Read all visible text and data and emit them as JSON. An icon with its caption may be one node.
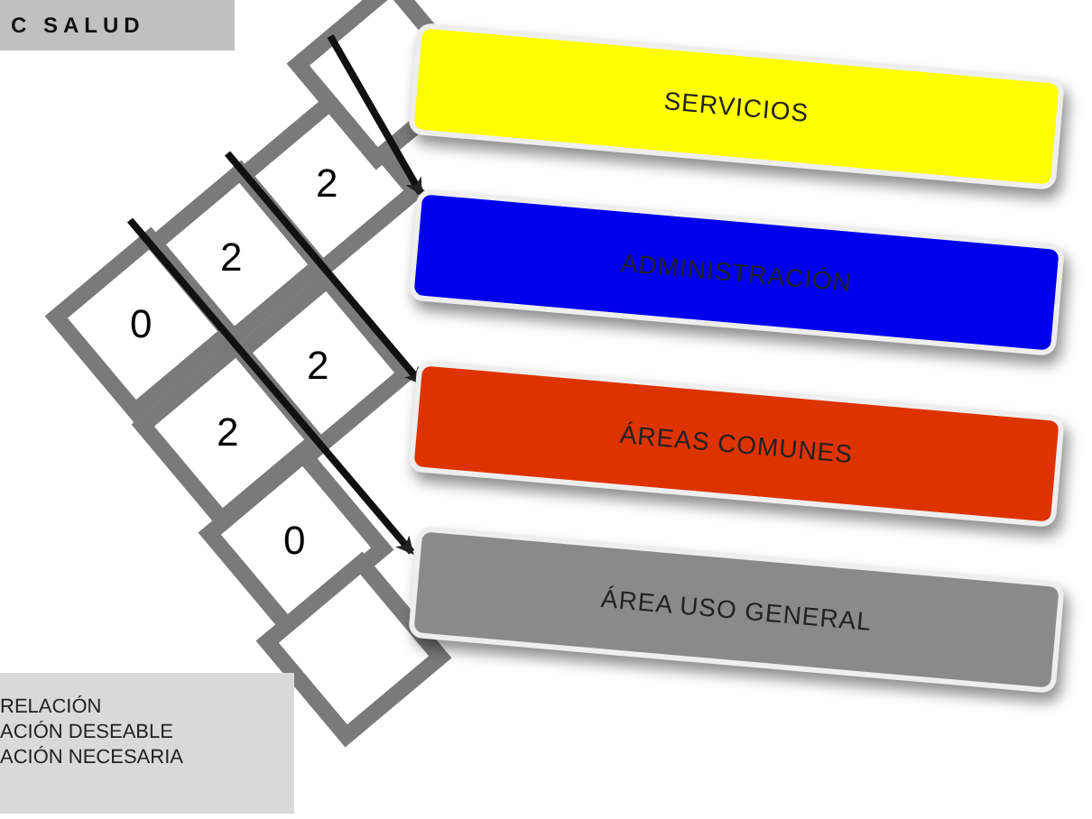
{
  "diagram": {
    "title": "C SALUD",
    "nodes": [
      {
        "text": [
          "SERVICIOS"
        ]
      },
      {
        "text": [
          "ADMINISTRACIÓN"
        ]
      },
      {
        "text": [
          "ÁREAS COMUNES"
        ]
      },
      {
        "text": [
          "ÁREA USO GENERAL"
        ]
      }
    ],
    "labels": [
      "2",
      "2",
      "0",
      "2",
      "2",
      "0",
      "RELACIÓN",
      "ACIÓN DESEABLE",
      "ACIÓN NECESARIA"
    ]
  }
}
